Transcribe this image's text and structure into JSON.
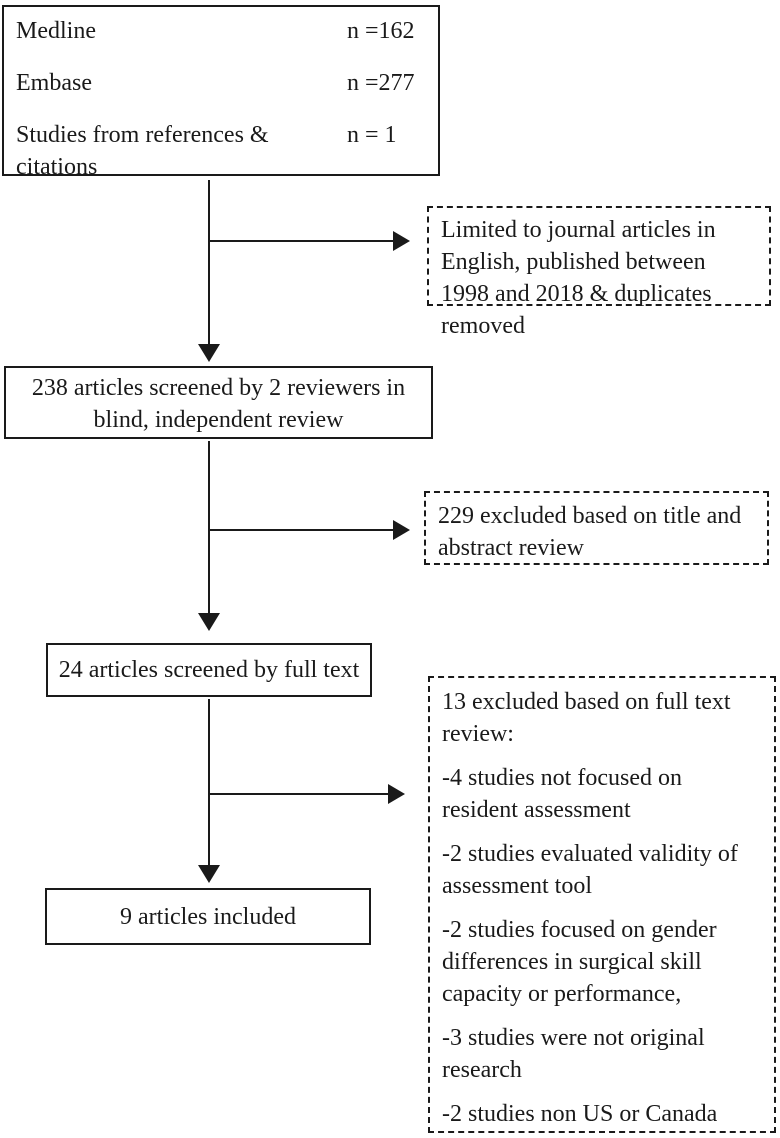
{
  "colors": {
    "background": "#ffffff",
    "line": "#1a1a1a",
    "text": "#1a1a1a"
  },
  "flowchart": {
    "sources_box": {
      "rows": [
        {
          "label": "Medline",
          "value": "n =162"
        },
        {
          "label": "Embase",
          "value": "n =277"
        },
        {
          "label": "Studies from references & citations",
          "value": "n = 1"
        }
      ]
    },
    "limit_note": {
      "text": "Limited to journal articles in English, published between 1998 and 2018 & duplicates removed"
    },
    "screened_box": {
      "lines": [
        "238 articles screened by 2 reviewers in",
        "blind, independent review"
      ]
    },
    "title_abstract_excluded": {
      "text": "229 excluded based on title and abstract review"
    },
    "fulltext_box": {
      "text": "24 articles screened by full text"
    },
    "fulltext_excluded": {
      "items": [
        "13 excluded based on full text review:",
        "-4 studies not focused on resident assessment",
        "-2 studies evaluated validity of assessment tool",
        "-2 studies focused on gender differences in surgical skill capacity or performance,",
        "-3 studies were not original research",
        "-2 studies non US or Canada"
      ]
    },
    "included_box": {
      "text": "9 articles included"
    }
  }
}
